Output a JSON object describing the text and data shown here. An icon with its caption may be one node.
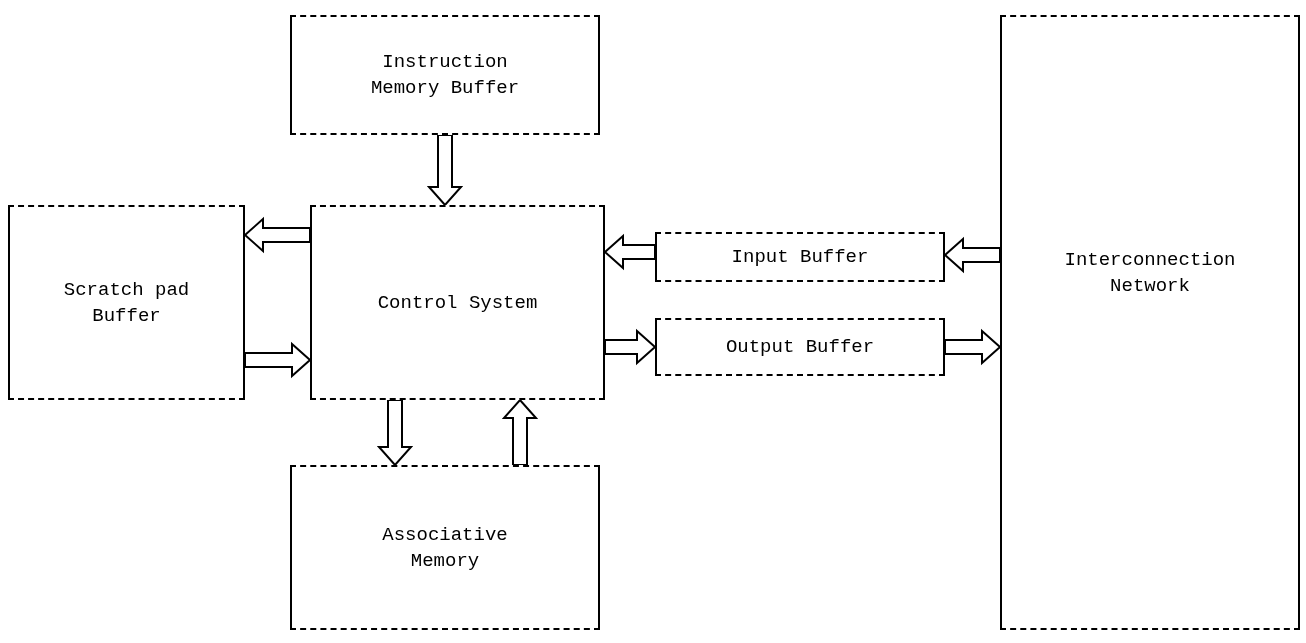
{
  "diagram": {
    "nodes": [
      {
        "text": [
          "Instruction Memory Buffer"
        ]
      },
      {
        "text": [
          "Scratch pad Buffer"
        ]
      },
      {
        "text": [
          "Control System"
        ]
      },
      {
        "text": [
          "Input Buffer"
        ]
      },
      {
        "text": [
          "Output Buffer"
        ]
      },
      {
        "text": [
          "Interconnection Network"
        ]
      },
      {
        "text": [
          "Associative Memory"
        ]
      }
    ],
    "edges": [
      {
        "from": 0,
        "to": 2,
        "arrow": "to"
      },
      {
        "from": 2,
        "to": 1,
        "arrow": "to"
      },
      {
        "from": 1,
        "to": 2,
        "arrow": "to"
      },
      {
        "from": 3,
        "to": 2,
        "arrow": "to"
      },
      {
        "from": 2,
        "to": 4,
        "arrow": "to"
      },
      {
        "from": 5,
        "to": 3,
        "arrow": "to"
      },
      {
        "from": 4,
        "to": 5,
        "arrow": "to"
      },
      {
        "from": 2,
        "to": 6,
        "arrow": "to"
      },
      {
        "from": 6,
        "to": 2,
        "arrow": "to"
      }
    ]
  }
}
